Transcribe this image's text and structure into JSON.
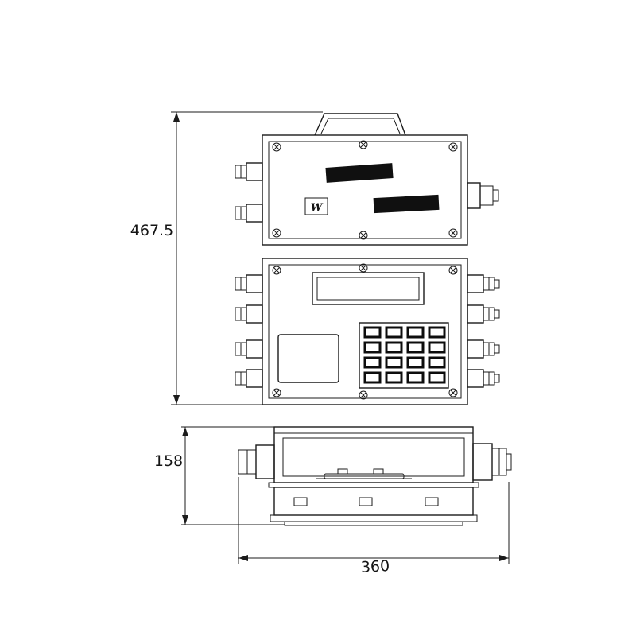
{
  "dims": {
    "overall_height": "467.5",
    "side_height": "158",
    "width": "360"
  },
  "top_view": {
    "logo": "W"
  }
}
